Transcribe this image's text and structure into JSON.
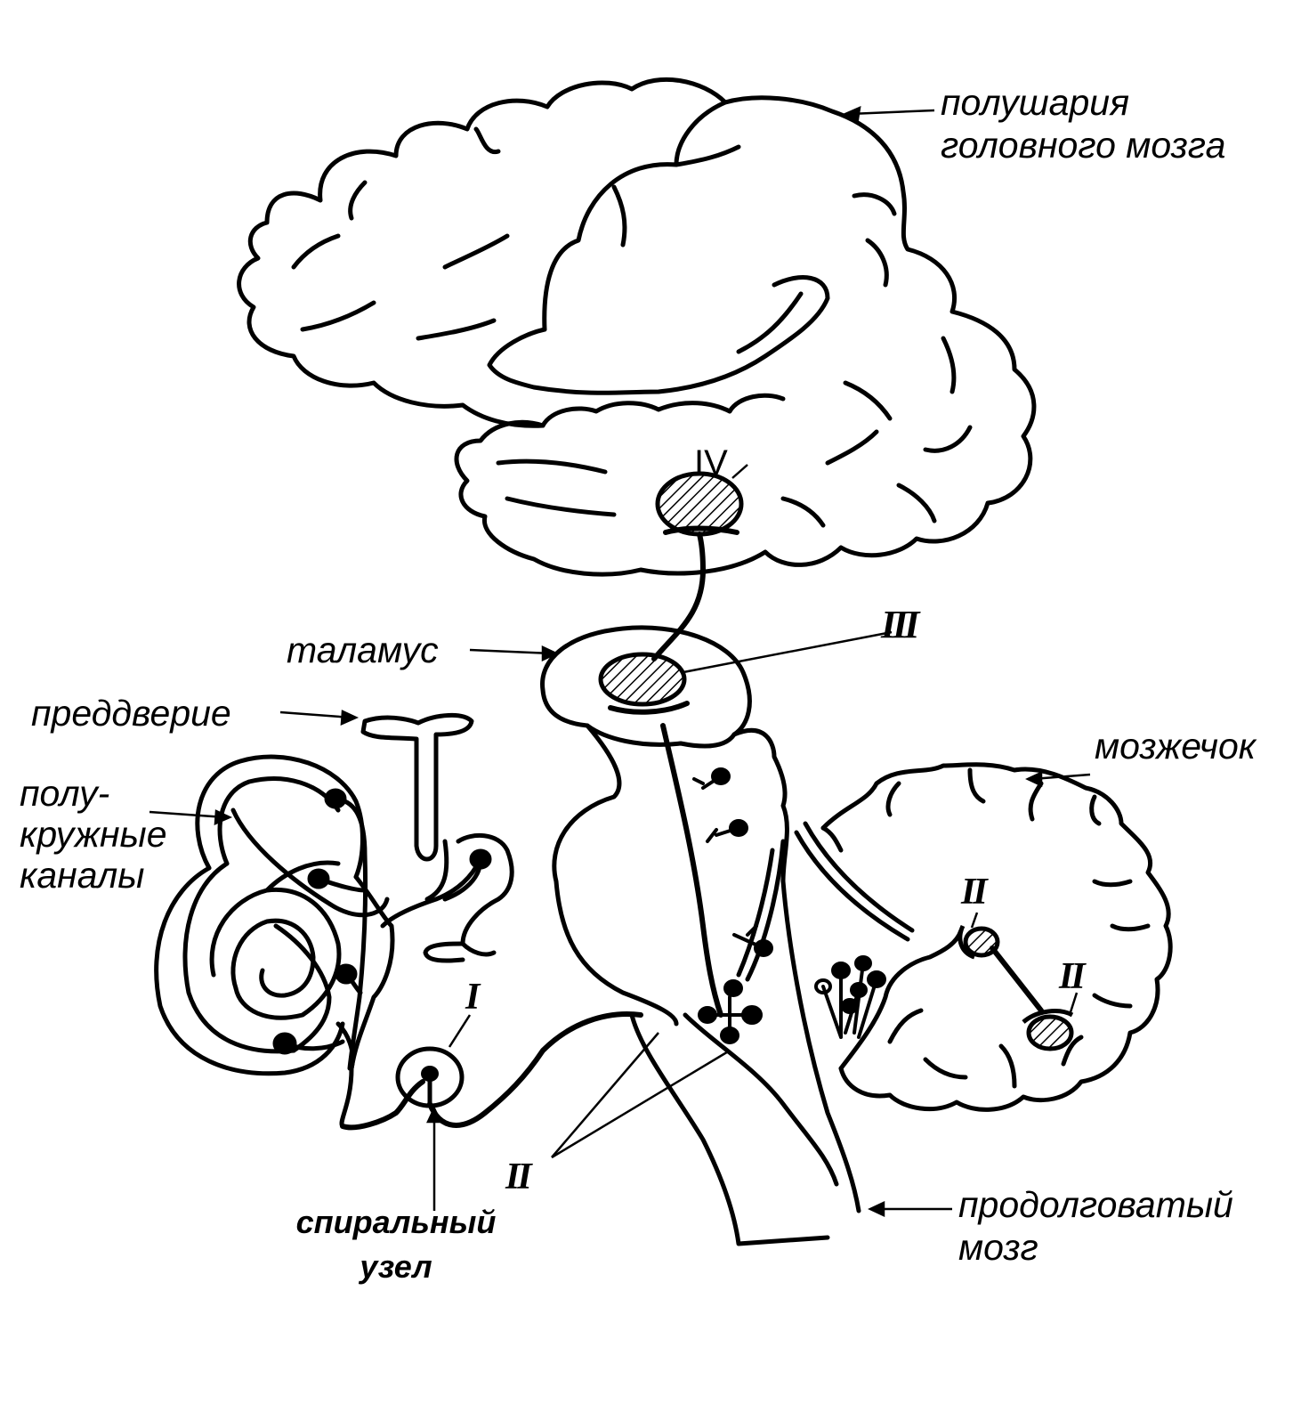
{
  "labels": {
    "hemispheres_line1": "полушария",
    "hemispheres_line2": "головного мозга",
    "thalamus": "таламус",
    "vestibule": "преддверие",
    "canals_line1": "полу-",
    "canals_line2": "кружные",
    "canals_line3": "каналы",
    "cerebellum": "мозжечок",
    "medulla_line1": "продолговатый",
    "medulla_line2": "мозг",
    "spiral_line1": "спиральный",
    "spiral_line2": "узел"
  },
  "neuron_levels": {
    "level_1": "I",
    "level_2_cerebellum_upper": "II",
    "level_2_cerebellum_lower": "II",
    "level_2_medulla": "II",
    "level_3": "III",
    "level_4": "IV"
  },
  "colors": {
    "ink": "#000000",
    "background": "#ffffff"
  }
}
